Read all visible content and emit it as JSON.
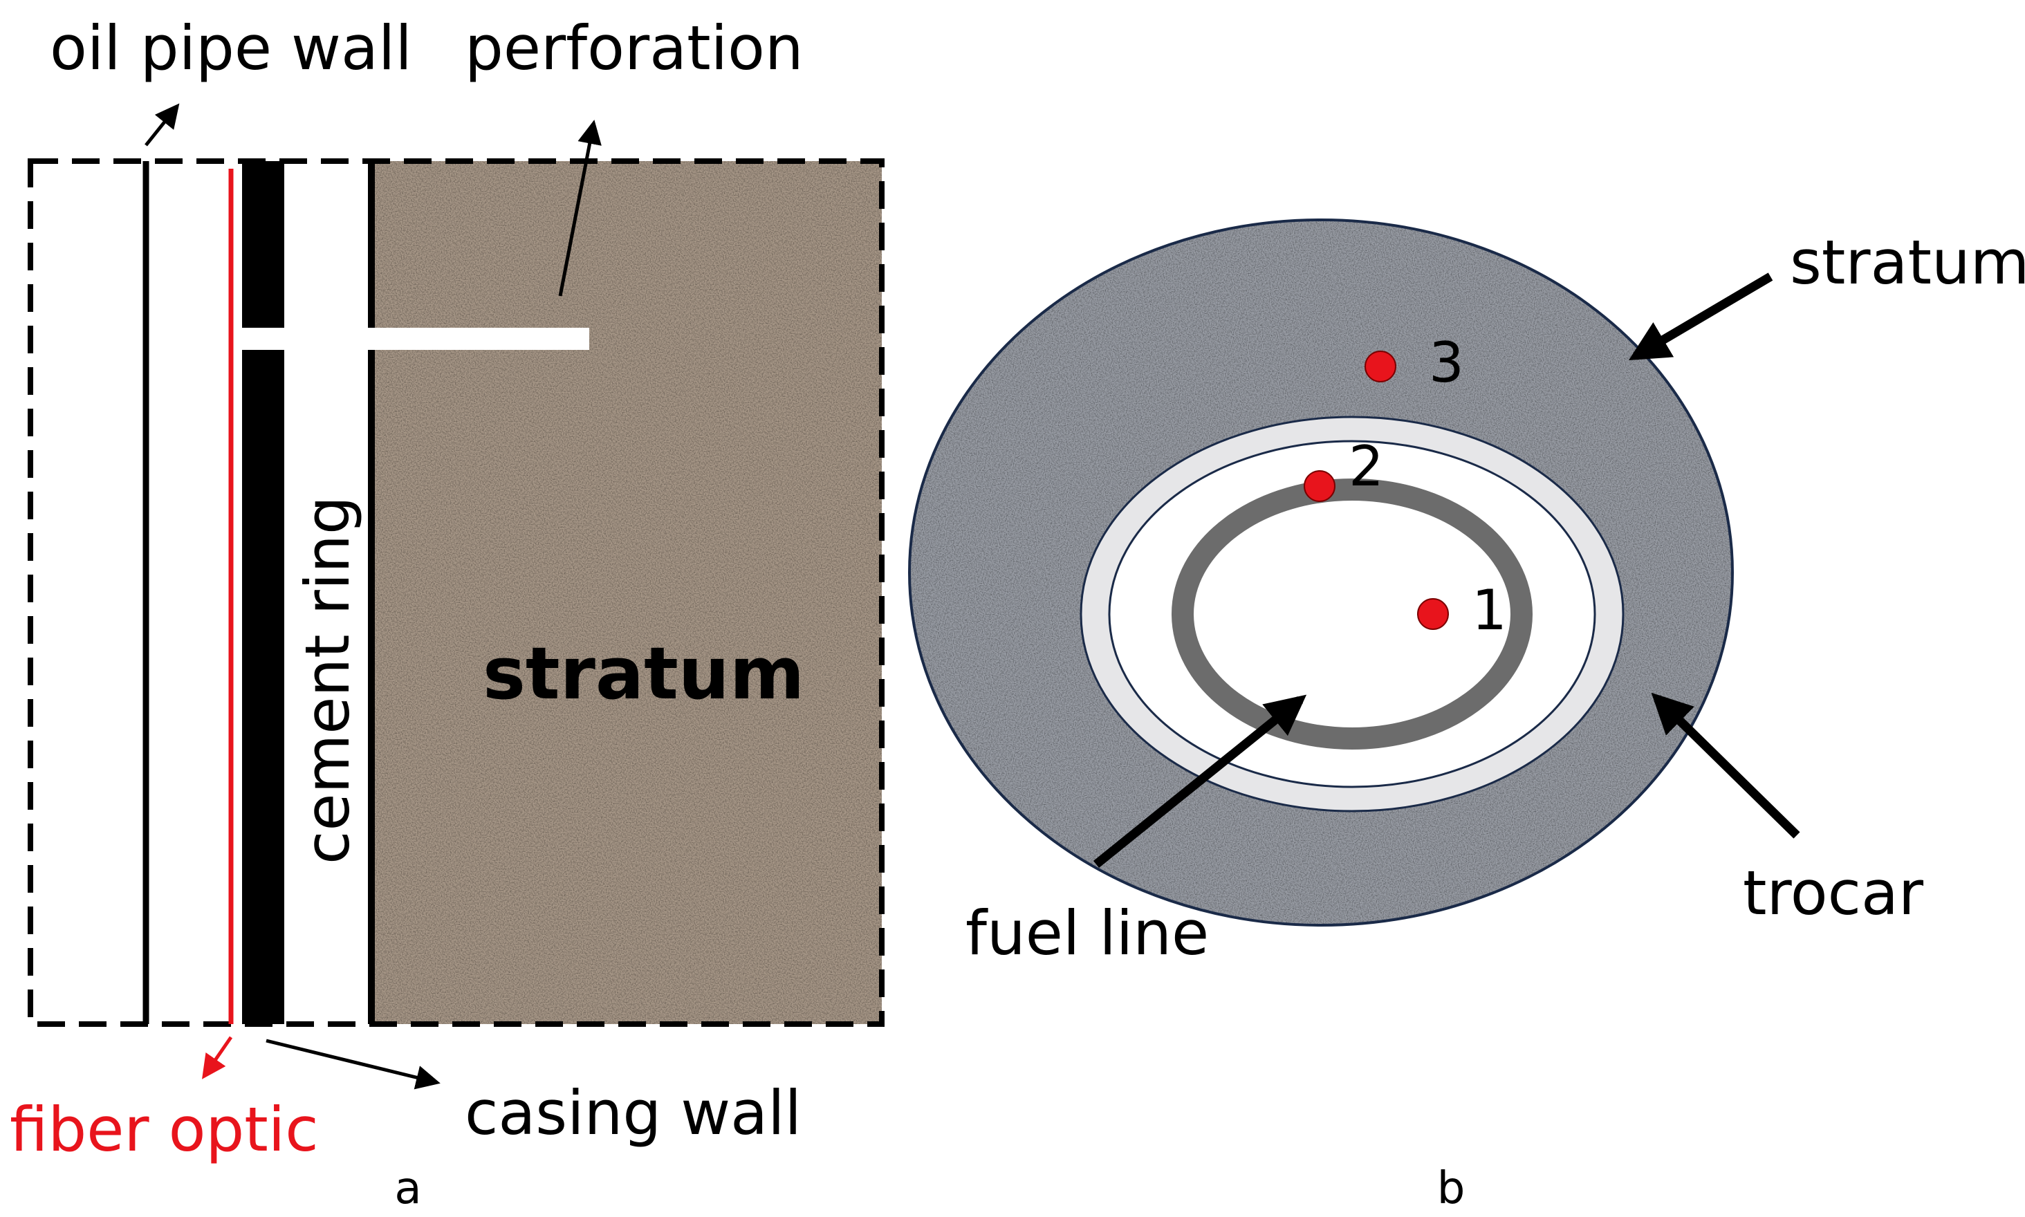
{
  "panel_a": {
    "labels": {
      "oil_pipe_wall": "oil pipe wall",
      "perforation": "perforation",
      "cement_ring": "cement ring",
      "stratum": "stratum",
      "fiber_optic": "fiber optic",
      "casing_wall": "casing wall"
    },
    "caption": "a"
  },
  "panel_b": {
    "labels": {
      "stratum": "stratum",
      "fuel_line": "fuel line",
      "trocar": "trocar"
    },
    "points": [
      "1",
      "2",
      "3"
    ],
    "caption": "b"
  },
  "colors": {
    "fiber_optic": "#e8141c",
    "point_marker": "#e8141c",
    "stratum_a": "#a89888",
    "stratum_b": "#9a9ea6",
    "trocar_ring": "#e6e6e8",
    "fuel_line": "#6c6c6c",
    "outline": "#1a2a48"
  }
}
